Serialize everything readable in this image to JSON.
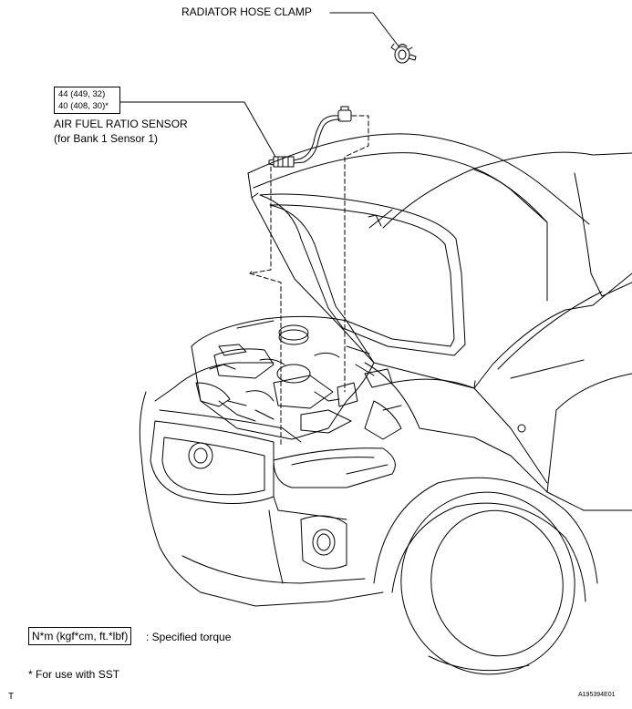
{
  "callouts": {
    "clamp": "RADIATOR HOSE CLAMP",
    "sensor_line1": "AIR FUEL RATIO SENSOR",
    "sensor_line2": "(for Bank 1 Sensor 1)"
  },
  "torque": {
    "line1": "44 (449, 32)",
    "line2": "40 (408, 30)*"
  },
  "legend": {
    "unit_box": "N*m (kgf*cm, ft.*lbf)",
    "unit_desc": ": Specified torque",
    "footnote": "* For use with SST"
  },
  "corner": {
    "left_mark": "T",
    "figure_code": "A195394E01"
  }
}
